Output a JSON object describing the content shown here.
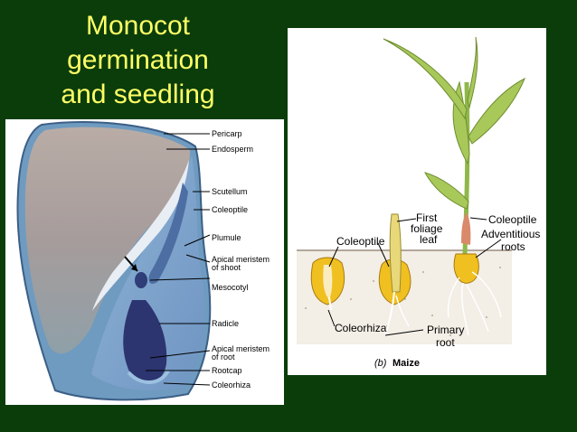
{
  "slide": {
    "title_lines": [
      "Monocot",
      "germination",
      "and seedling"
    ],
    "colors": {
      "background": "#0b3d0b",
      "title": "#ffff66"
    }
  },
  "left_figure": {
    "labels": {
      "pericarp": "Pericarp",
      "endosperm": "Endosperm",
      "scutellum": "Scutellum",
      "coleoptile": "Coleoptile",
      "plumule": "Plumule",
      "apical_shoot_1": "Apical meristem",
      "apical_shoot_2": "of shoot",
      "mesocotyl": "Mesocotyl",
      "radicle": "Radicle",
      "apical_root_1": "Apical meristem",
      "apical_root_2": "of root",
      "rootcap": "Rootcap",
      "coleorhiza": "Coleorhiza"
    }
  },
  "right_figure": {
    "labels": {
      "first_foliage_1": "First",
      "first_foliage_2": "foliage",
      "first_foliage_3": "leaf",
      "coleoptile_right": "Coleoptile",
      "adventitious_1": "Adventitious",
      "adventitious_2": "roots",
      "coleoptile_left": "Coleoptile",
      "coleorhiza": "Coleorhiza",
      "primary_root_1": "Primary",
      "primary_root_2": "root",
      "caption_letter": "(b)",
      "caption_name": "Maize"
    }
  }
}
